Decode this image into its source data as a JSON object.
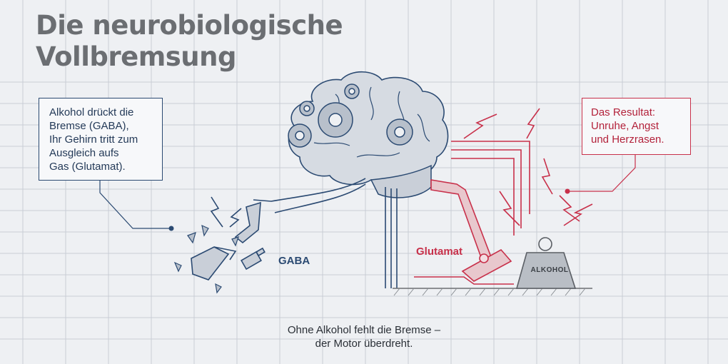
{
  "title": {
    "line1": "Die neurobiologische",
    "line2": "Vollbremsung"
  },
  "left_box": {
    "line1": "Alkohol drückt die",
    "line2": "Bremse (GABA),",
    "line3": "Ihr Gehirn tritt zum",
    "line4": "Ausgleich aufs",
    "line5": "Gas (Glutamat)."
  },
  "right_box": {
    "line1": "Das Resultat:",
    "line2": "Unruhe, Angst",
    "line3": "und Herzrasen."
  },
  "labels": {
    "gaba": "GABA",
    "glutamat": "Glutamat",
    "weight": "ALKOHOL"
  },
  "caption": {
    "line1": "Ohne Alkohol fehlt die Bremse –",
    "line2": "der Motor überdreht."
  },
  "colors": {
    "navy": "#2b4a72",
    "red": "#c8304a",
    "grid": "#c9ced6",
    "background": "#eef0f3"
  }
}
